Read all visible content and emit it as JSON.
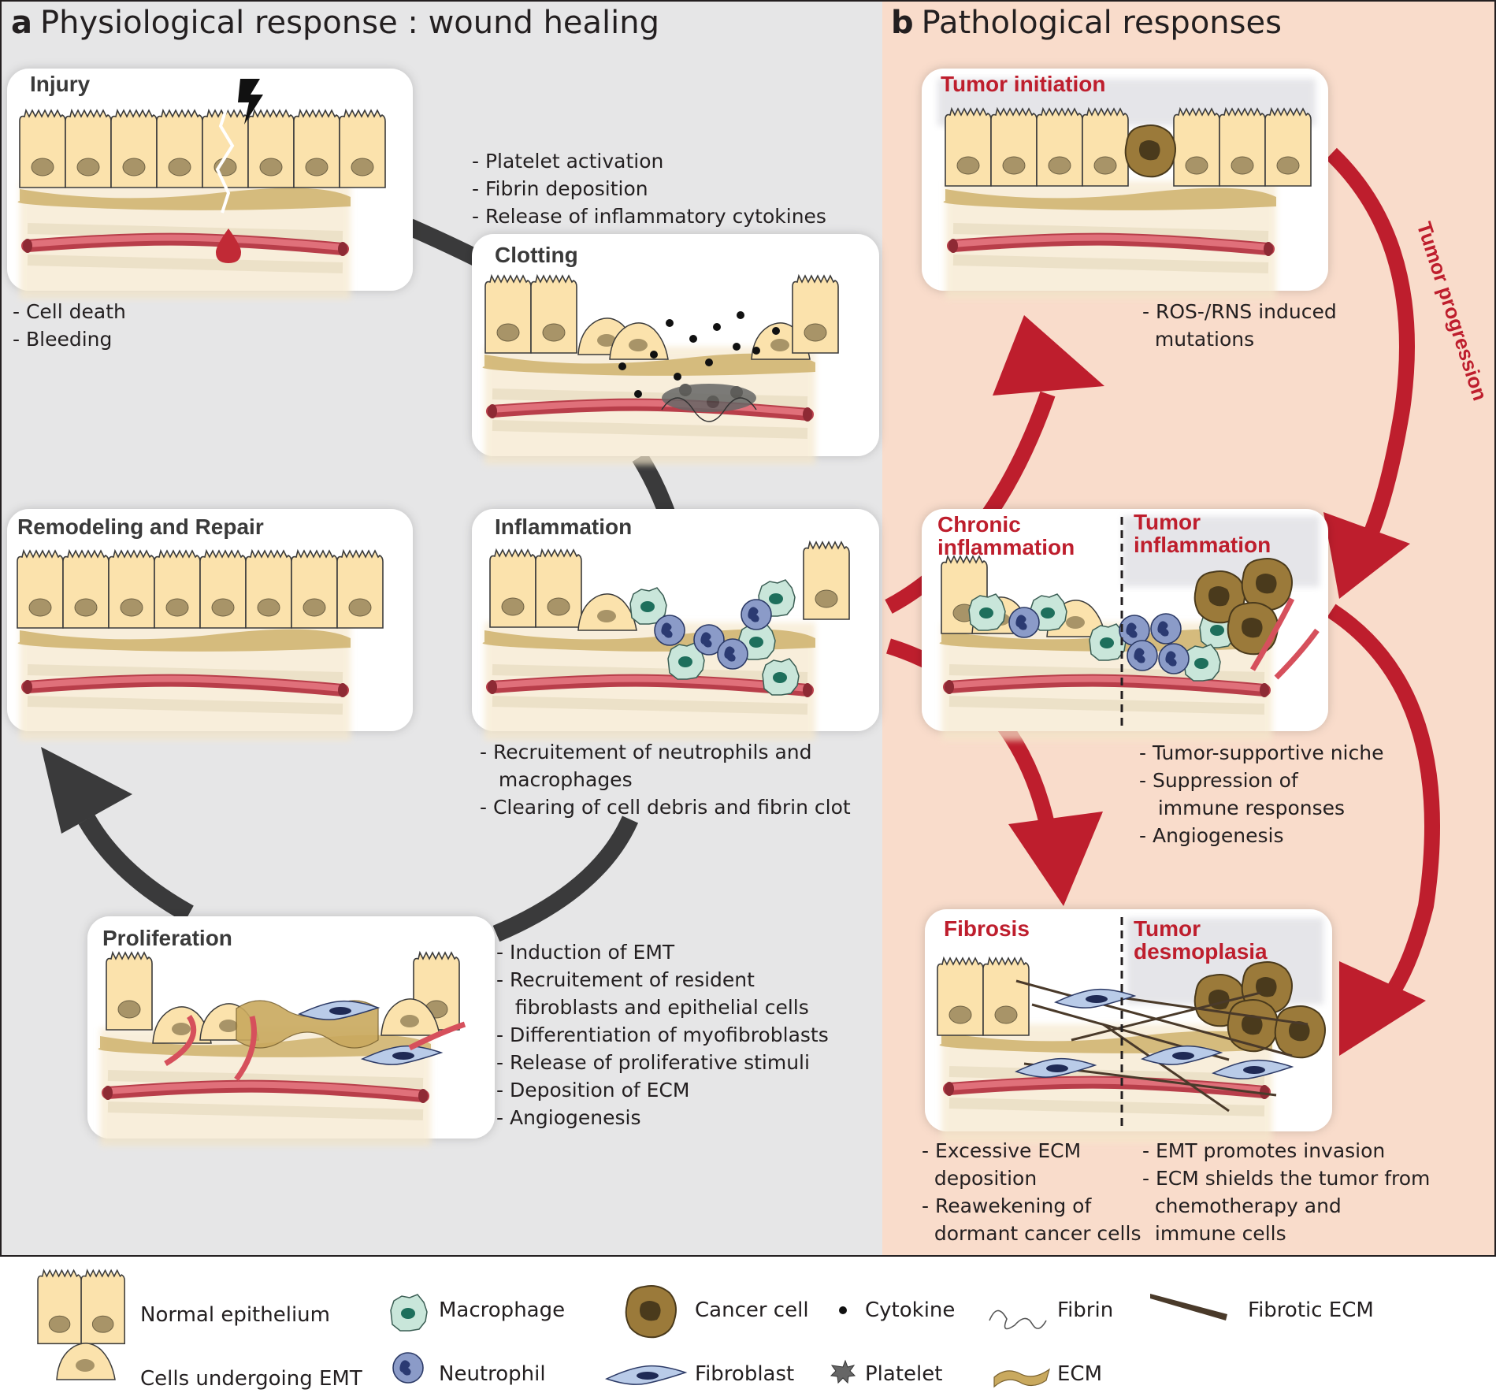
{
  "panel_a": {
    "letter": "a",
    "title": "Physiological response : wound healing",
    "boxes": {
      "injury": {
        "title": "Injury",
        "notes": [
          "- Cell death",
          "- Bleeding"
        ]
      },
      "clotting": {
        "title": "Clotting",
        "notes": [
          "- Platelet activation",
          "- Fibrin deposition",
          "- Release of inflammatory cytokines"
        ]
      },
      "inflammation": {
        "title": "Inflammation",
        "notes": [
          "- Recruitement of neutrophils and",
          "   macrophages",
          "- Clearing of cell debris and fibrin clot"
        ]
      },
      "proliferation": {
        "title": "Proliferation",
        "notes": [
          "- Induction of EMT",
          "- Recruitement of resident",
          "   fibroblasts and epithelial cells",
          "- Differentiation of myofibroblasts",
          "- Release of proliferative stimuli",
          "- Deposition of ECM",
          "- Angiogenesis"
        ]
      },
      "remodeling": {
        "title": "Remodeling and Repair"
      }
    }
  },
  "panel_b": {
    "letter": "b",
    "title": "Pathological responses",
    "tumor_progression_label": "Tumor progression",
    "boxes": {
      "tumor_initiation": {
        "title": "Tumor initiation",
        "notes": [
          "- ROS-/RNS induced",
          "  mutations"
        ]
      },
      "chronic_inflammation": {
        "title_line1": "Chronic",
        "title_line2": "inflammation"
      },
      "tumor_inflammation": {
        "title_line1": "Tumor",
        "title_line2": "inflammation",
        "notes": [
          "- Tumor-supportive niche",
          "- Suppression of",
          "   immune responses",
          "- Angiogenesis"
        ]
      },
      "fibrosis": {
        "title": "Fibrosis",
        "notes": [
          "- Excessive ECM",
          "  deposition",
          "- Reawekening of",
          "  dormant cancer cells"
        ]
      },
      "tumor_desmoplasia": {
        "title_line1": "Tumor",
        "title_line2": "desmoplasia",
        "notes": [
          "- EMT promotes invasion",
          "- ECM shields the tumor from",
          "  chemotherapy and",
          "  immune cells"
        ]
      }
    }
  },
  "legend": [
    {
      "key": "normal_epithelium",
      "label": "Normal epithelium",
      "icon": "epithelium-icon"
    },
    {
      "key": "cells_emt",
      "label": "Cells undergoing EMT",
      "icon": "emt-cell-icon"
    },
    {
      "key": "macrophage",
      "label": "Macrophage",
      "icon": "macrophage-icon"
    },
    {
      "key": "neutrophil",
      "label": "Neutrophil",
      "icon": "neutrophil-icon"
    },
    {
      "key": "cancer_cell",
      "label": "Cancer cell",
      "icon": "cancer-cell-icon"
    },
    {
      "key": "fibroblast",
      "label": "Fibroblast",
      "icon": "fibroblast-icon"
    },
    {
      "key": "cytokine",
      "label": "Cytokine",
      "icon": "cytokine-icon"
    },
    {
      "key": "platelet",
      "label": "Platelet",
      "icon": "platelet-icon"
    },
    {
      "key": "fibrin",
      "label": "Fibrin",
      "icon": "fibrin-icon"
    },
    {
      "key": "ecm",
      "label": "ECM",
      "icon": "ecm-icon"
    },
    {
      "key": "fibrotic_ecm",
      "label": "Fibrotic ECM",
      "icon": "fibrotic-ecm-icon"
    }
  ],
  "colors": {
    "panel_a_bg": "#e6e6e7",
    "panel_b_bg": "#f9dccb",
    "cycle_arrow": "#3a3a3b",
    "pathology_arrow": "#be1e2d",
    "epithelium": "#fbe2ac",
    "nucleus": "#a89468",
    "vessel": "#d6505c",
    "macrophage": "#c9e6da",
    "neutrophil": "#8b9bc8",
    "cancer_cell": "#9b7a3a",
    "fibroblast": "#b9cbe8"
  }
}
